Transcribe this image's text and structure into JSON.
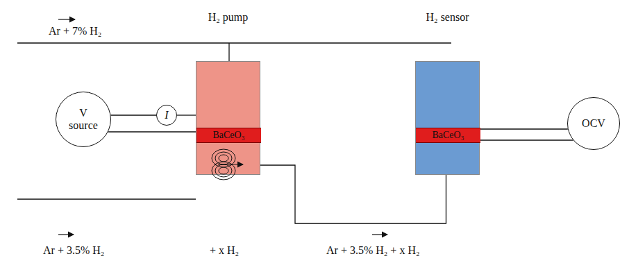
{
  "diagram": {
    "nodes": [
      {
        "text": [
          "H₂ pump"
        ]
      },
      {
        "text": [
          "BaCeO₃"
        ],
        "in": 0
      },
      {
        "text": [
          "H₂ sensor"
        ]
      },
      {
        "text": [
          "BaCeO₃"
        ],
        "in": 2
      },
      {
        "text": [
          "V source"
        ]
      },
      {
        "text": [
          "I"
        ]
      },
      {
        "text": [
          "OCV"
        ]
      }
    ],
    "edges": [
      {
        "from": 4,
        "to": 5,
        "arrow": "none"
      },
      {
        "from": 5,
        "to": 0,
        "arrow": "none"
      },
      {
        "from": 4,
        "to": 0,
        "arrow": "none"
      },
      {
        "from": 0,
        "to": 2,
        "arrow": "none"
      },
      {
        "from": 3,
        "to": 6,
        "arrow": "none"
      },
      {
        "from": 3,
        "to": 6,
        "arrow": "none"
      }
    ],
    "labels": [
      "Ar + 7% H₂",
      "Ar + 3.5% H₂",
      "+ x H₂",
      "Ar + 3.5% H₂ + x H₂"
    ]
  }
}
